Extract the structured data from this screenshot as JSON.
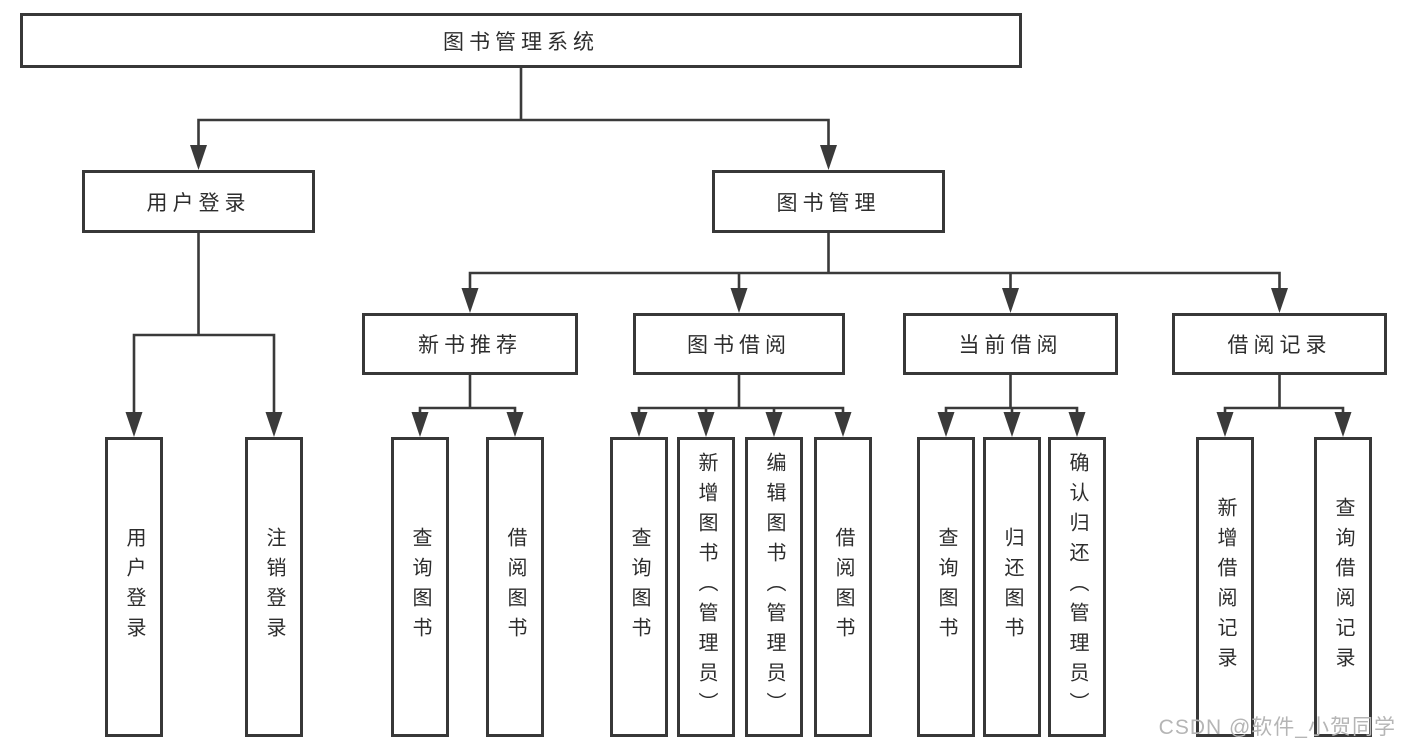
{
  "diagram": {
    "root": {
      "label": "图书管理系统"
    },
    "branches": [
      {
        "label": "用户登录",
        "children": [
          {
            "label": "用户登录"
          },
          {
            "label": "注销登录"
          }
        ]
      },
      {
        "label": "图书管理",
        "children": [
          {
            "label": "新书推荐",
            "children": [
              {
                "label": "查询图书"
              },
              {
                "label": "借阅图书"
              }
            ]
          },
          {
            "label": "图书借阅",
            "children": [
              {
                "label": "查询图书"
              },
              {
                "label": "新增图书（管理员）"
              },
              {
                "label": "编辑图书（管理员）"
              },
              {
                "label": "借阅图书"
              }
            ]
          },
          {
            "label": "当前借阅",
            "children": [
              {
                "label": "查询图书"
              },
              {
                "label": "归还图书"
              },
              {
                "label": "确认归还（管理员）"
              }
            ]
          },
          {
            "label": "借阅记录",
            "children": [
              {
                "label": "新增借阅记录"
              },
              {
                "label": "查询借阅记录"
              }
            ]
          }
        ]
      }
    ]
  },
  "watermark": {
    "text": "CSDN @软件_小贺同学"
  },
  "colors": {
    "line": "#3a3a3a",
    "box_border": "#383838",
    "text": "#2d2d2d",
    "watermark": "#b5b5b5",
    "background": "#ffffff"
  }
}
